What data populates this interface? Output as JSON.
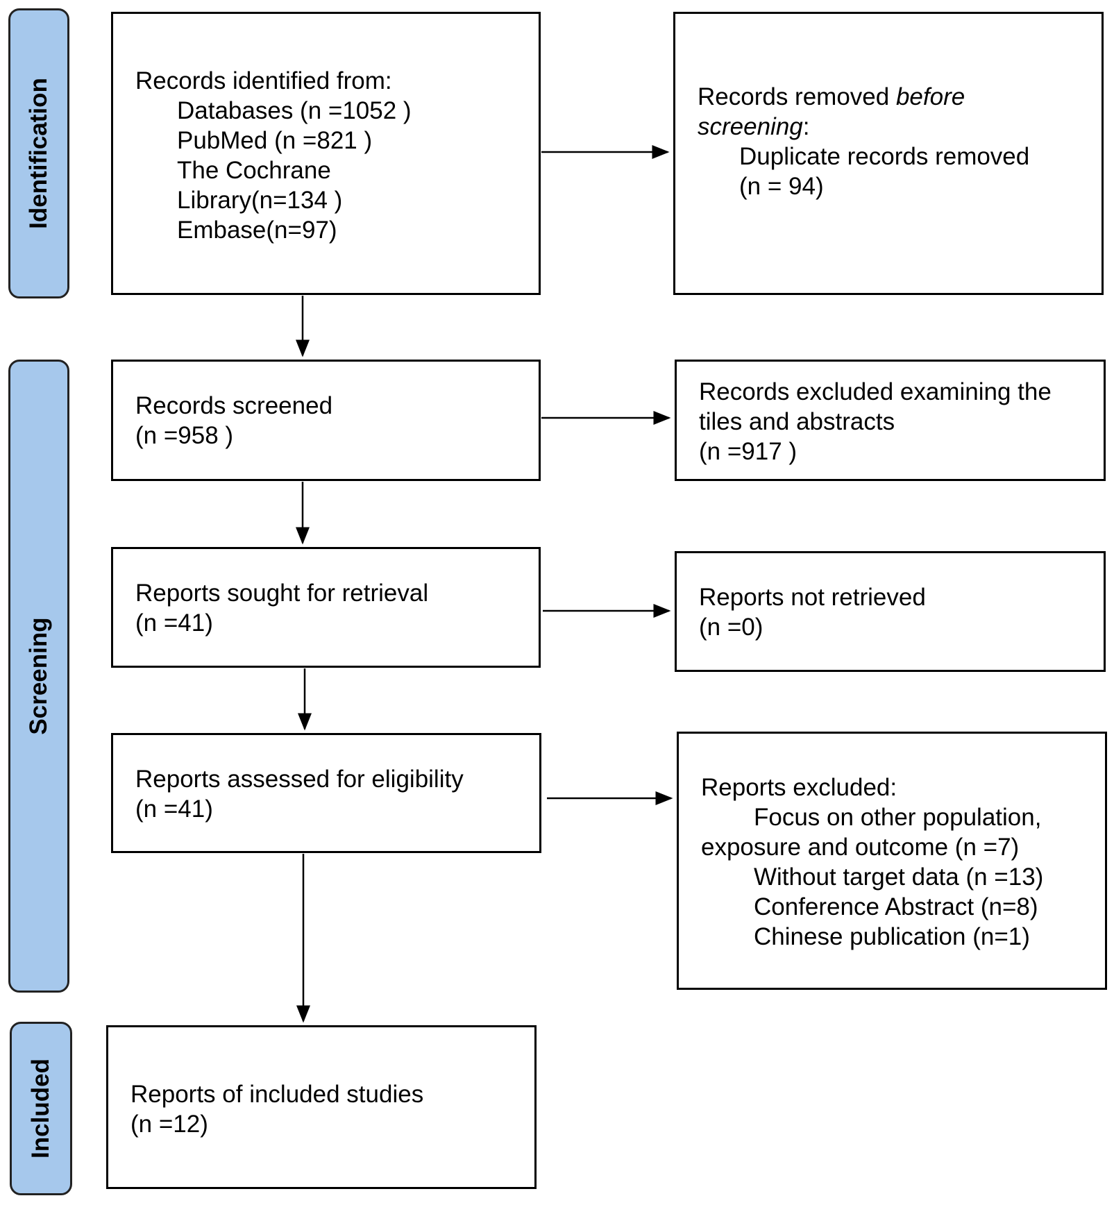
{
  "phases": {
    "identification": "Identification",
    "screening": "Screening",
    "included": "Included"
  },
  "boxes": {
    "records_identified": {
      "heading": "Records identified from:",
      "databases": "Databases (n =1052 )",
      "pubmed": "PubMed (n =821 )",
      "cochrane_1": "The Cochrane",
      "cochrane_2": "Library(n=134 )",
      "embase": "Embase(n=97)"
    },
    "records_removed": {
      "heading_plain": "Records removed ",
      "heading_italic": "before",
      "heading_italic_2": "screening",
      "heading_colon": ":",
      "duplicates": "Duplicate records removed",
      "duplicates_n": "(n = 94)"
    },
    "records_screened": {
      "label": "Records screened",
      "n": "(n =958 )"
    },
    "records_excluded": {
      "line1": "Records excluded examining the",
      "line2": "tiles and abstracts",
      "n": "(n =917 )"
    },
    "reports_sought": {
      "label": "Reports sought for retrieval",
      "n": "(n =41)"
    },
    "reports_not_retrieved": {
      "label": "Reports not retrieved",
      "n": "(n =0)"
    },
    "reports_assessed": {
      "label": "Reports assessed for eligibility",
      "n": "(n =41)"
    },
    "reports_excluded": {
      "heading": "Reports excluded:",
      "reason1_a": "Focus on other population,",
      "reason1_b": "exposure and outcome (n =7)",
      "reason2": "Without target data (n =13)",
      "reason3": "Conference Abstract (n=8)",
      "reason4": "Chinese publication (n=1)"
    },
    "included_studies": {
      "label": "Reports of included studies",
      "n": "(n =12)"
    }
  }
}
